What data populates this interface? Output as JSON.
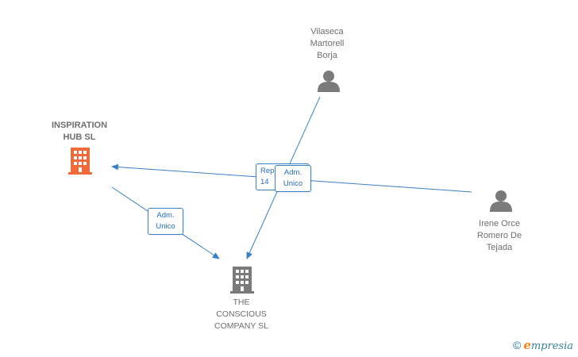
{
  "nodes": {
    "inspiration": {
      "label": "INSPIRATION\nHUB  SL",
      "color": "#f06a3a"
    },
    "conscious": {
      "label": "THE\nCONSCIOUS\nCOMPANY SL",
      "color": "#7a7a7a"
    },
    "vilaseca": {
      "label": "Vilaseca\nMartorell\nBorja",
      "color": "#7a7a7a"
    },
    "irene": {
      "label": "Irene Orce\nRomero De\nTejada",
      "color": "#7a7a7a"
    }
  },
  "edges": {
    "adm_inspiration": {
      "line1": "Adm.",
      "line2": "Unico"
    },
    "rep_irene": {
      "line1": "Rep",
      "line2": "14"
    },
    "adm_vilaseca": {
      "line1": "Adm.",
      "line2": "Unico"
    }
  },
  "colors": {
    "edge": "#3b7fc4"
  },
  "watermark": {
    "copyright": "©",
    "brand_first": "e",
    "brand_rest": "mpresia"
  }
}
